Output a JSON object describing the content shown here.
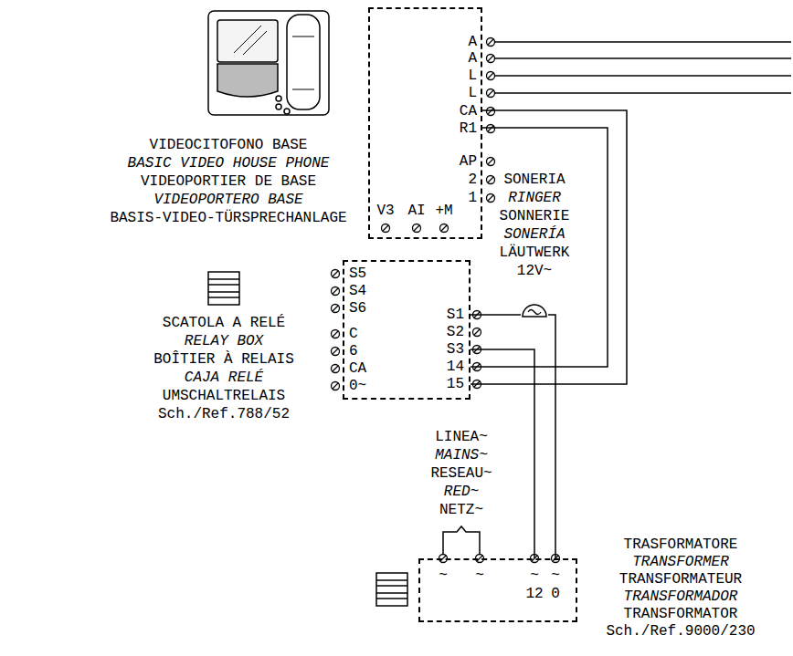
{
  "diagram": {
    "nodes": [
      {
        "text": [
          "VIDEOCITOFONO BASE",
          "BASIC VIDEO HOUSE PHONE",
          "VIDEOPORTIER DE BASE",
          "VIDEOPORTERO BASE",
          "BASIS-VIDEO-TÜRSPRECHANLAGE"
        ]
      },
      {
        "text": [
          "SONERIA",
          "RINGER",
          "SONNERIE",
          "SONERÍA",
          "LÄUTWERK",
          "12V~"
        ]
      },
      {
        "text": [
          "SCATOLA A RELÉ",
          "RELAY BOX",
          "BOÎTIER À RELAIS",
          "CAJA RELÉ",
          "UMSCHALTRELAIS",
          "Sch./Ref.788/52"
        ]
      },
      {
        "text": [
          "TRASFORMATORE",
          "TRANSFORMER",
          "TRANSFORMATEUR",
          "TRANSFORMADOR",
          "TRANSFORMATOR",
          "Sch./Ref.9000/230"
        ]
      }
    ],
    "edges": [
      {
        "from": 0,
        "to": 2,
        "arrow": "none"
      },
      {
        "from": 0,
        "to": 2,
        "arrow": "none"
      },
      {
        "from": 2,
        "to": 1,
        "arrow": "none"
      },
      {
        "from": 1,
        "to": 3,
        "arrow": "none"
      },
      {
        "from": 2,
        "to": 3,
        "arrow": "none"
      }
    ],
    "labels": [
      "A",
      "A",
      "L",
      "L",
      "CA",
      "R1",
      "AP",
      "2",
      "1",
      "V3",
      "AI",
      "+M",
      "S5",
      "S4",
      "S6",
      "C",
      "6",
      "CA",
      "0~",
      "S1",
      "S2",
      "S3",
      "14",
      "15",
      "LINEA~",
      "MAINS~",
      "RESEAU~",
      "RED~",
      "NETZ~",
      "~",
      "~",
      "~",
      "~",
      "12",
      "0"
    ]
  }
}
